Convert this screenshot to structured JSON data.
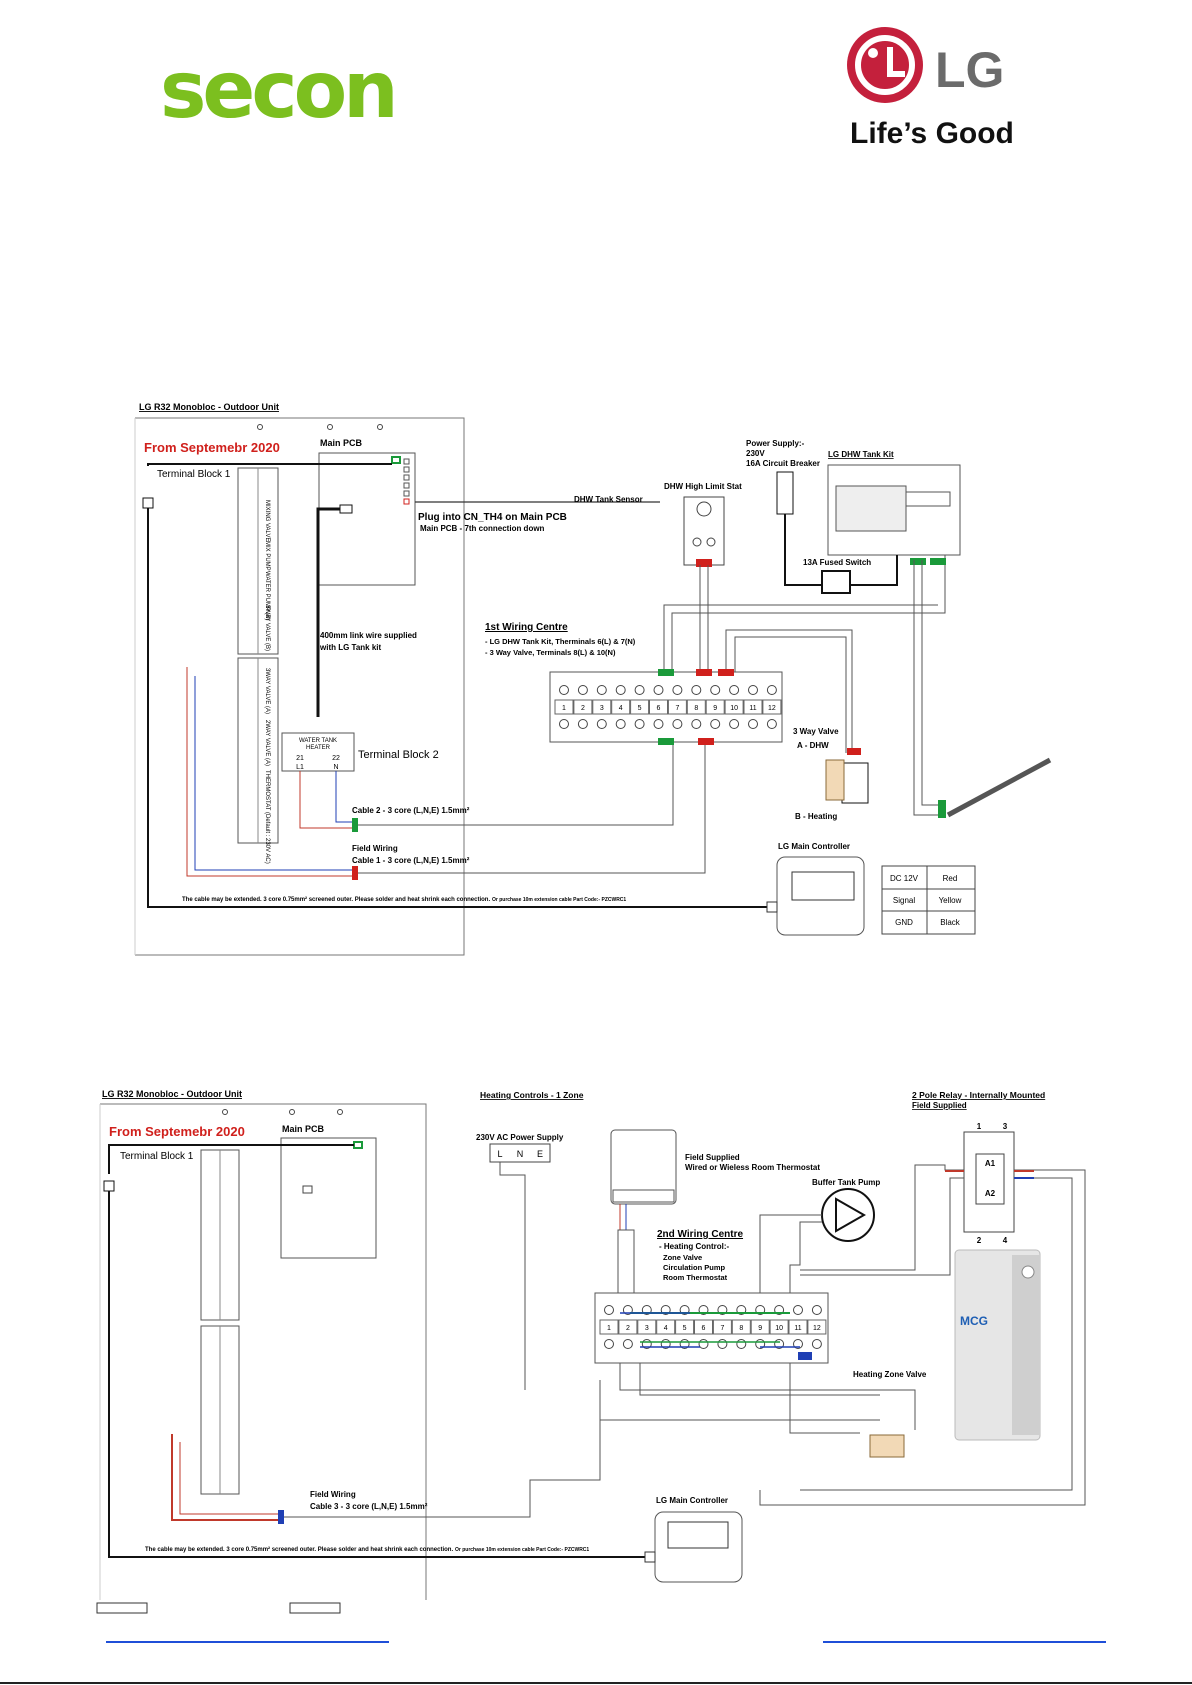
{
  "logos": {
    "secon": "secon",
    "lg_mark": "LG",
    "lg_tagline": "Life’s Good",
    "secon_color": "#7cbf1f",
    "lg_color": "#c4203c"
  },
  "diagram1": {
    "title": "LG R32 Monobloc - Outdoor Unit",
    "date": "From Septemebr 2020",
    "terminal_block_1": "Terminal Block 1",
    "main_pcb": "Main PCB",
    "plug_note": "Plug into CN_TH4 on Main PCB",
    "plug_sub": "Main PCB - 7th connection down",
    "dhw_sensor": "DHW Tank Sensor",
    "dhw_stat": "DHW High Limit Stat",
    "power_supply": [
      "Power Supply:-",
      "230V",
      "16A Circuit Breaker"
    ],
    "tank_kit": "LG DHW Tank Kit",
    "fused_switch": "13A Fused Switch",
    "link_wire": [
      "400mm link wire supplied",
      "with LG Tank kit"
    ],
    "wiring_centre": "1st Wiring Centre",
    "wiring_lines": [
      "- LG DHW Tank Kit, Therminals 6(L) & 7(N)",
      "- 3 Way Valve, Terminals 8(L) & 10(N)"
    ],
    "terminal_block_2": "Terminal Block 2",
    "water_heater": [
      "WATER TANK",
      "HEATER"
    ],
    "tb2_terms": [
      "21",
      "22",
      "L1",
      "N"
    ],
    "three_way": [
      "3 Way Valve",
      "A - DHW",
      "B - Heating"
    ],
    "cable2": "Cable 2 - 3 core (L,N,E) 1.5mm²",
    "field_wiring": "Field Wiring",
    "cable1": "Cable 1 - 3 core (L,N,E) 1.5mm²",
    "controller": "LG Main Controller",
    "extend_note": "The cable may be extended. 3 core 0.75mm² screened outer. Please solder and heat shrink each connection.",
    "extend_order": "Or purchase 10m extension cable Part Code:- PZCWRC1",
    "legend": [
      [
        "DC 12V",
        "Red"
      ],
      [
        "Signal",
        "Yellow"
      ],
      [
        "GND",
        "Black"
      ]
    ],
    "terminals": [
      "1",
      "2",
      "3",
      "4",
      "5",
      "6",
      "7",
      "8",
      "9",
      "10",
      "11",
      "12"
    ],
    "tb1_labels": [
      "MIXING VALVE",
      "MIX PUMP",
      "WATER PUMP (B)",
      "3WAY VALVE (B)",
      "3WAY VALVE (A)",
      "2WAY VALVE (A)",
      "THERMOSTAT (Default : 230V AC)"
    ]
  },
  "diagram2": {
    "title": "LG R32 Monobloc - Outdoor Unit",
    "date": "From Septemebr 2020",
    "terminal_block_1": "Terminal Block 1",
    "main_pcb": "Main PCB",
    "heating_controls": "Heating Controls - 1 Zone",
    "relay": "2 Pole Relay - Internally Mounted",
    "relay_sub": "Field Supplied",
    "power": "230V AC Power Supply",
    "lne": [
      "L",
      "N",
      "E"
    ],
    "thermostat": [
      "Field Supplied",
      "Wired or Wieless Room Thermostat"
    ],
    "buffer_pump": "Buffer Tank Pump",
    "wiring_centre": "2nd Wiring Centre",
    "wiring_lines": [
      "- Heating Control:-",
      "Zone Valve",
      "Circulation Pump",
      "Room Thermostat"
    ],
    "zone_valve": "Heating Zone Valve",
    "relay_terms": [
      "1",
      "3",
      "A1",
      "A2",
      "2",
      "4"
    ],
    "relay_brand": "MCG",
    "field_wiring": "Field Wiring",
    "cable3": "Cable 3 - 3 core (L,N,E) 1.5mm²",
    "controller": "LG Main Controller",
    "extend_note": "The cable may be extended. 3 core 0.75mm² screened outer. Please solder and heat shrink each connection.",
    "extend_order": "Or purchase 10m extension cable Part Code:- PZCWRC1",
    "terminals": [
      "1",
      "2",
      "3",
      "4",
      "5",
      "6",
      "7",
      "8",
      "9",
      "10",
      "11",
      "12"
    ]
  }
}
